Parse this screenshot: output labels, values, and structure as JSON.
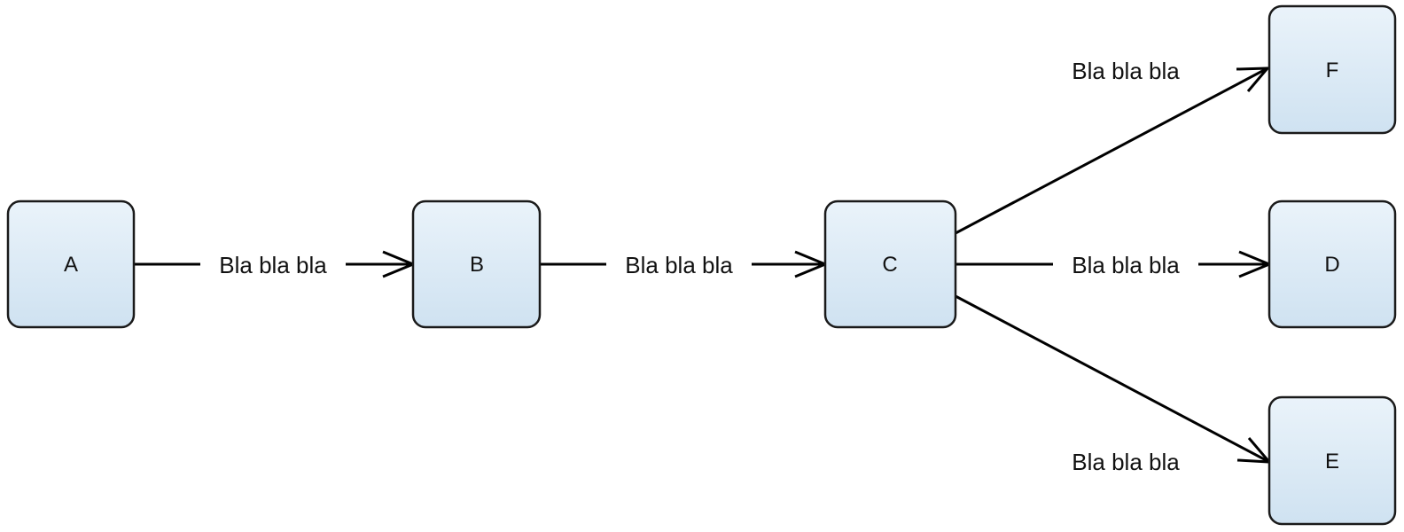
{
  "diagram": {
    "nodes": [
      {
        "id": "A",
        "label": "A"
      },
      {
        "id": "B",
        "label": "B"
      },
      {
        "id": "C",
        "label": "C"
      },
      {
        "id": "D",
        "label": "D"
      },
      {
        "id": "E",
        "label": "E"
      },
      {
        "id": "F",
        "label": "F"
      }
    ],
    "edges": [
      {
        "from": "A",
        "to": "B",
        "label": "Bla bla bla"
      },
      {
        "from": "B",
        "to": "C",
        "label": "Bla bla bla"
      },
      {
        "from": "C",
        "to": "F",
        "label": "Bla bla bla"
      },
      {
        "from": "C",
        "to": "D",
        "label": "Bla bla bla"
      },
      {
        "from": "C",
        "to": "E",
        "label": "Bla bla bla"
      }
    ],
    "colors": {
      "node_fill_top": "#eaf3fa",
      "node_fill_bottom": "#cfe2f1",
      "node_stroke": "#1a1a1a",
      "edge_stroke": "#000000",
      "text": "#111111"
    }
  }
}
